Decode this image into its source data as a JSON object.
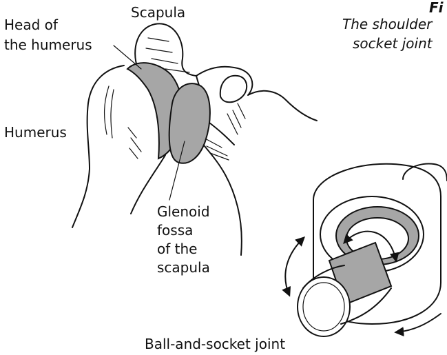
{
  "caption": {
    "figure_ref": "Fi",
    "line1": "The shoulder",
    "line2": "socket joint"
  },
  "labels": {
    "scapula": "Scapula",
    "head_of": "Head of",
    "the_humerus": "the humerus",
    "humerus": "Humerus",
    "glenoid": "Glenoid",
    "fossa": "fossa",
    "of_the": "of the",
    "scapula_lower": "scapula",
    "ball_and_socket": "Ball-and-socket joint"
  },
  "colors": {
    "shade": "#a6a6a6",
    "ink": "#111111",
    "background": "#ffffff"
  }
}
